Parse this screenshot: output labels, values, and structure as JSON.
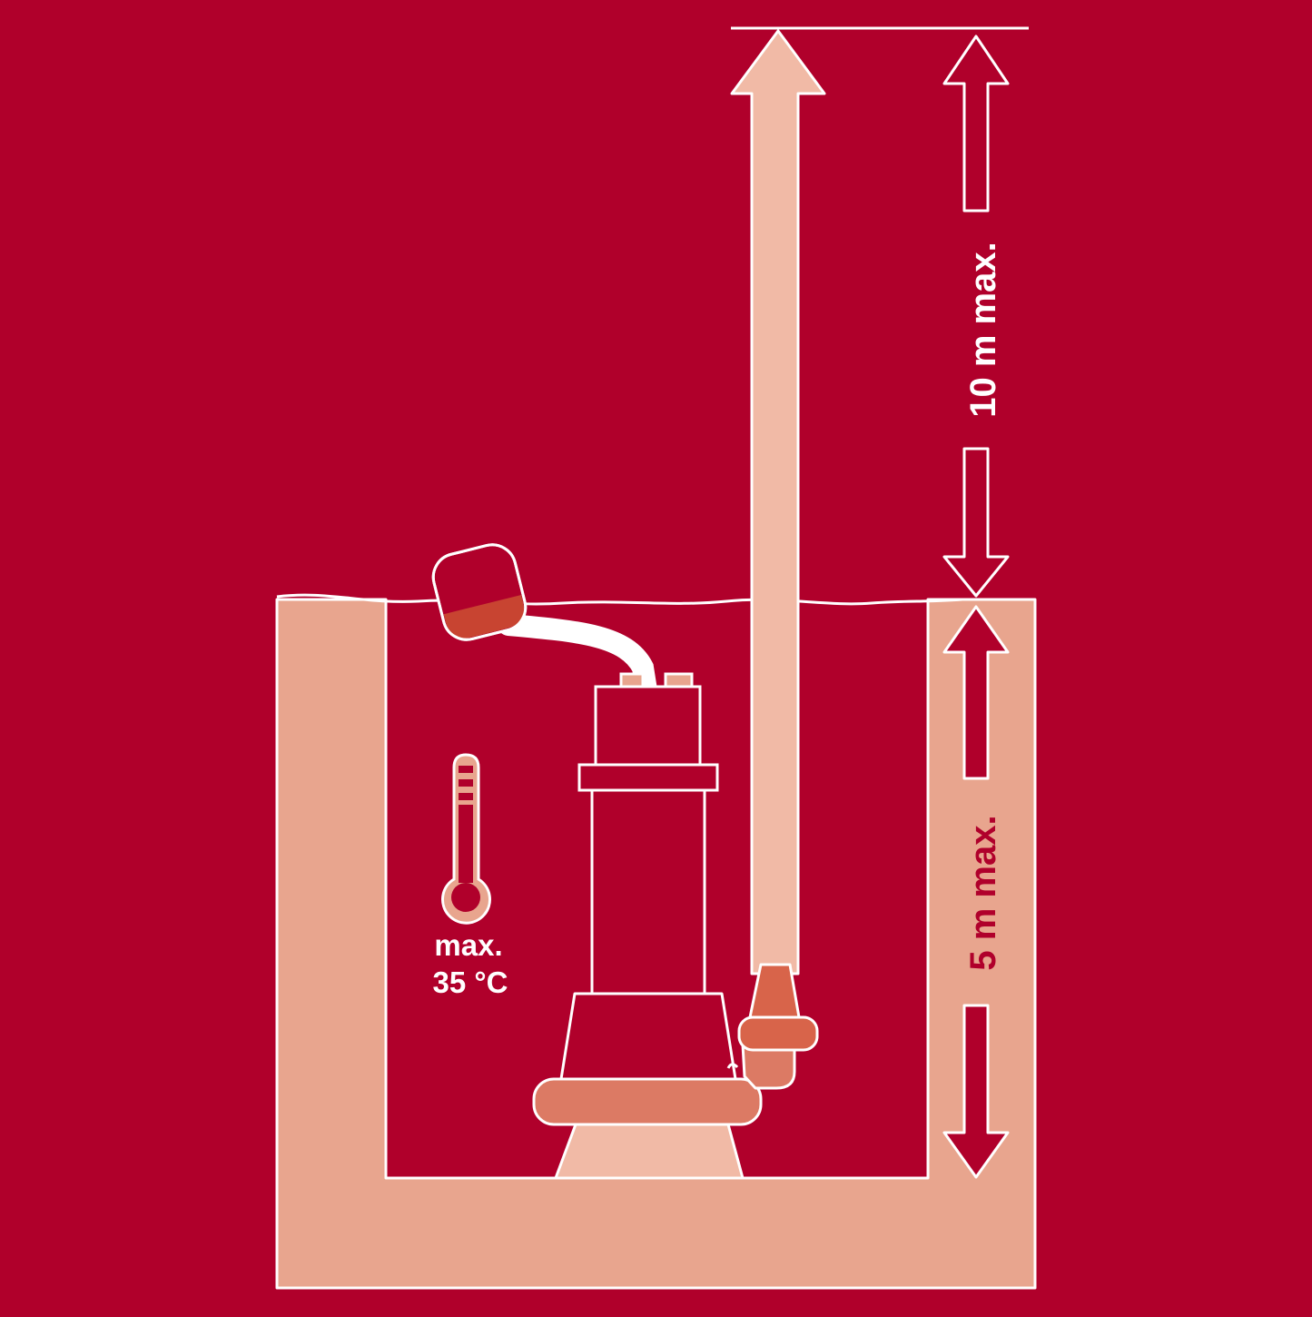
{
  "colors": {
    "background": "#b0002b",
    "wall_fill": "#e8a58e",
    "outline": "#ffffff",
    "pipe_fill": "#f1baa6",
    "pump_base": "#dc7a64",
    "pump_fitting": "#d8644a",
    "float_water": "#c84431",
    "label_white": "#ffffff",
    "label_red": "#b0002b",
    "thermometer": "#e8a58e"
  },
  "labels": {
    "head_height": "10 m max.",
    "immersion_depth": "5 m max.",
    "temperature_line1": "max.",
    "temperature_line2": "35 °C"
  },
  "icons": {
    "thermometer": "thermometer-icon"
  }
}
